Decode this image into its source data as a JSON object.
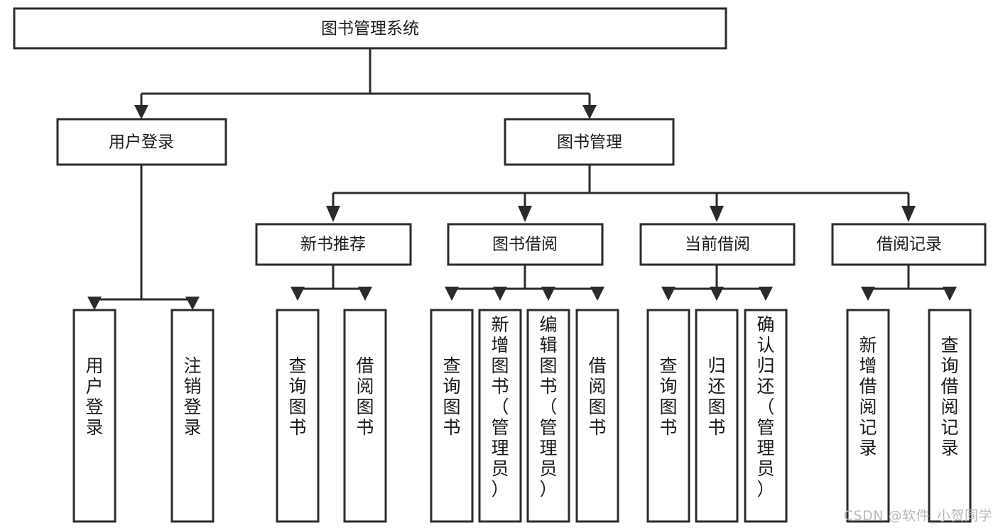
{
  "diagram": {
    "title": "图书管理系统",
    "type": "tree",
    "root": {
      "id": "root",
      "label": "图书管理系统",
      "level": 1
    },
    "level2": [
      {
        "id": "user-login",
        "label": "用户登录"
      },
      {
        "id": "book-manage",
        "label": "图书管理"
      }
    ],
    "level3": [
      {
        "id": "new-book-recommend",
        "label": "新书推荐",
        "parent": "book-manage"
      },
      {
        "id": "book-borrow",
        "label": "图书借阅",
        "parent": "book-manage"
      },
      {
        "id": "current-borrow",
        "label": "当前借阅",
        "parent": "book-manage"
      },
      {
        "id": "borrow-record",
        "label": "借阅记录",
        "parent": "book-manage"
      }
    ],
    "leaves": [
      {
        "id": "leaf-user-login",
        "label": "用户登录",
        "parent": "user-login",
        "align": "middle"
      },
      {
        "id": "leaf-user-logout",
        "label": "注销登录",
        "parent": "user-login",
        "align": "middle"
      },
      {
        "id": "leaf-query-book-1",
        "label": "查询图书",
        "parent": "new-book-recommend",
        "align": "middle"
      },
      {
        "id": "leaf-borrow-book-1",
        "label": "借阅图书",
        "parent": "new-book-recommend",
        "align": "middle"
      },
      {
        "id": "leaf-query-book-2",
        "label": "查询图书",
        "parent": "book-borrow",
        "align": "middle"
      },
      {
        "id": "leaf-add-book",
        "label": "新增图书（管理员）",
        "parent": "book-borrow",
        "align": "top"
      },
      {
        "id": "leaf-edit-book",
        "label": "编辑图书（管理员）",
        "parent": "book-borrow",
        "align": "top"
      },
      {
        "id": "leaf-borrow-book-2",
        "label": "借阅图书",
        "parent": "book-borrow",
        "align": "middle"
      },
      {
        "id": "leaf-query-book-3",
        "label": "查询图书",
        "parent": "current-borrow",
        "align": "middle"
      },
      {
        "id": "leaf-return-book",
        "label": "归还图书",
        "parent": "current-borrow",
        "align": "middle"
      },
      {
        "id": "leaf-confirm-return",
        "label": "确认归还（管理员）",
        "parent": "current-borrow",
        "align": "top"
      },
      {
        "id": "leaf-add-record",
        "label": "新增借阅记录",
        "parent": "borrow-record",
        "align": "middle"
      },
      {
        "id": "leaf-query-record",
        "label": "查询借阅记录",
        "parent": "borrow-record",
        "align": "middle"
      }
    ],
    "colors": {
      "box_fill": "#ffffff",
      "box_stroke": "#2b2b2b",
      "connector": "#2b2b2b",
      "text": "#1a1a1a",
      "background": "#ffffff",
      "watermark": "#b9b9b9"
    }
  },
  "watermark": {
    "text": "CSDN @软件_小贺同学"
  }
}
